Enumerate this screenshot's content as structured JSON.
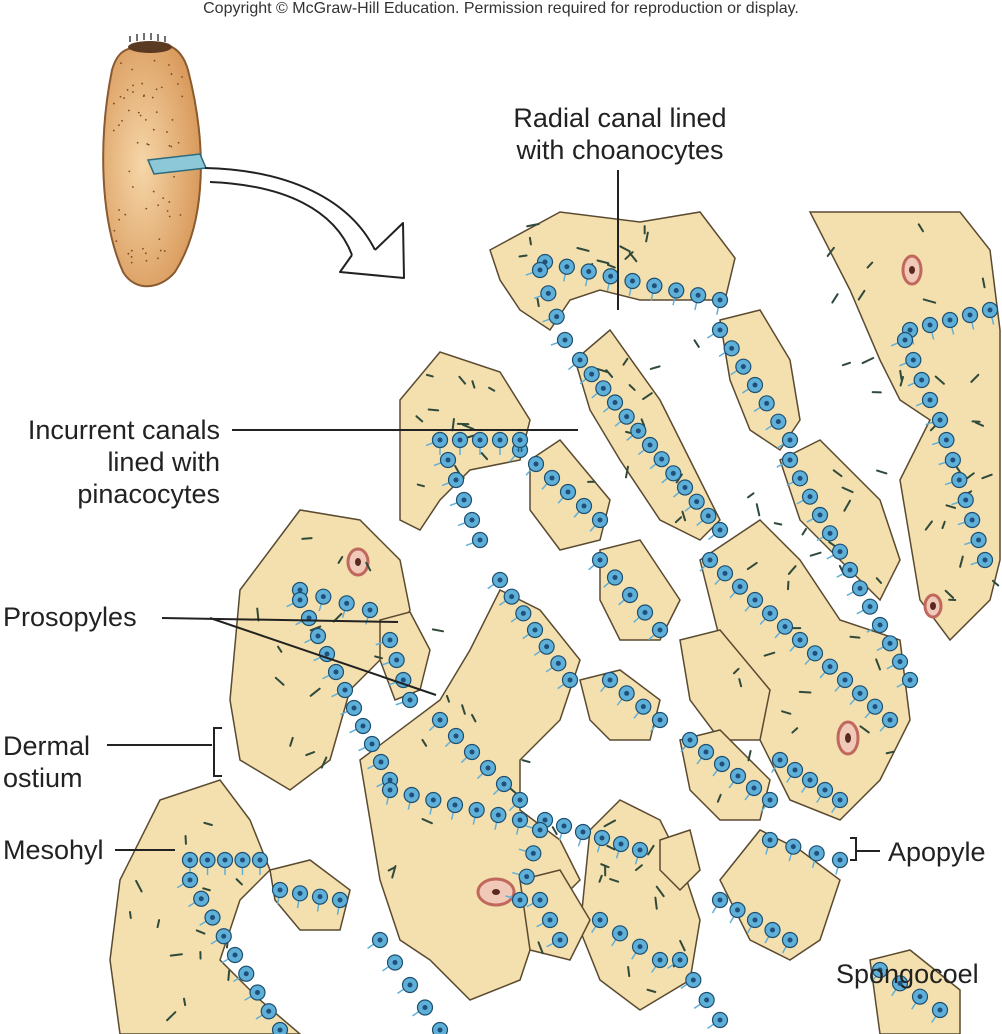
{
  "copyright": "Copyright © McGraw-Hill Education. Permission required for reproduction or display.",
  "labels": {
    "radial_canal_line1": "Radial canal lined",
    "radial_canal_line2": "with choanocytes",
    "incurrent_line1": "Incurrent canals",
    "incurrent_line2": "lined with",
    "incurrent_line3": "pinacocytes",
    "prosopyles": "Prosopyles",
    "dermal_line1": "Dermal",
    "dermal_line2": "ostium",
    "mesohyl": "Mesohyl",
    "apopyle": "Apopyle",
    "spongocoel": "Spongocoel"
  },
  "colors": {
    "mesohyl_fill": "#f4dfae",
    "mesohyl_edge": "#5a4a30",
    "choanocyte": "#5fb0d8",
    "choanocyte_nucleus": "#1f4f7a",
    "spicule": "#2f4a3a",
    "amoebocyte": "#d9807a",
    "sponge_body": "#e9b77e",
    "leader_line": "#222222"
  }
}
